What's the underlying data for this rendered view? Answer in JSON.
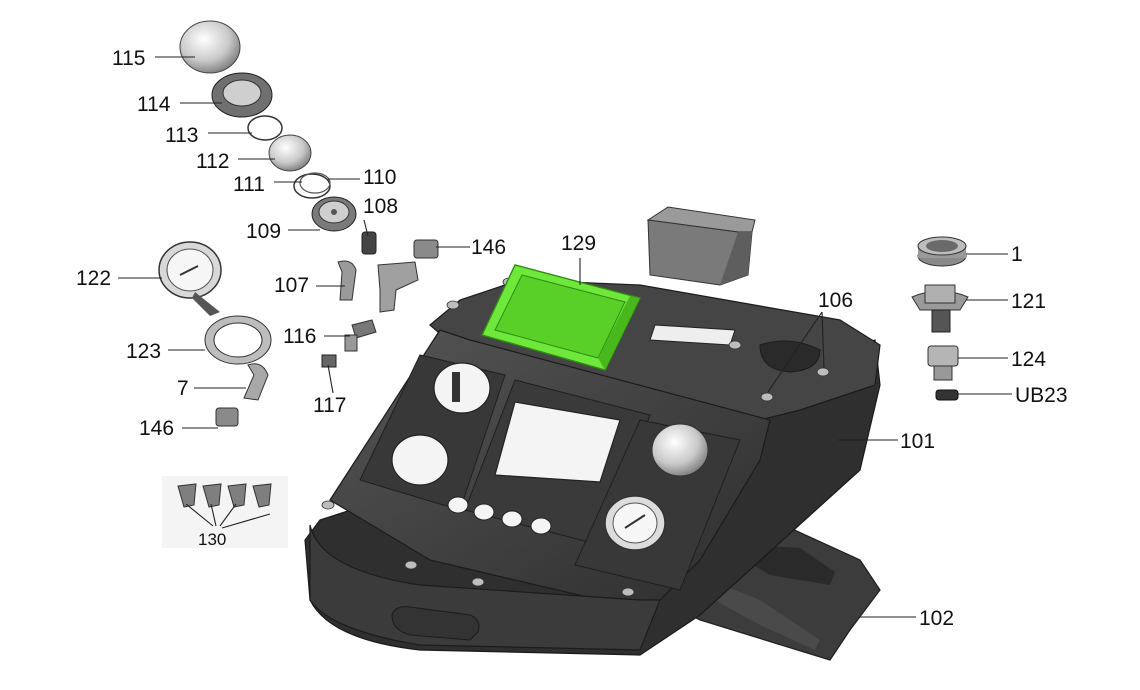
{
  "diagram": {
    "callouts": {
      "c115": "115",
      "c114": "114",
      "c113": "113",
      "c112": "112",
      "c111": "111",
      "c110": "110",
      "c109": "109",
      "c108": "108",
      "c107": "107",
      "c116": "116",
      "c117": "117",
      "c146a": "146",
      "c146b": "146",
      "c122": "122",
      "c123": "123",
      "c7": "7",
      "c130": "130",
      "c129": "129",
      "c106": "106",
      "c1": "1",
      "c121": "121",
      "c124": "124",
      "cUB23": "UB23",
      "c101": "101",
      "c102": "102"
    },
    "colors": {
      "body_dark": "#3a3a3a",
      "body_mid": "#4d4d4d",
      "body_light": "#5e5e5e",
      "highlight_green": "#6ee83a",
      "metal": "#c8c8c8",
      "part_gray": "#8a8a8a"
    }
  }
}
